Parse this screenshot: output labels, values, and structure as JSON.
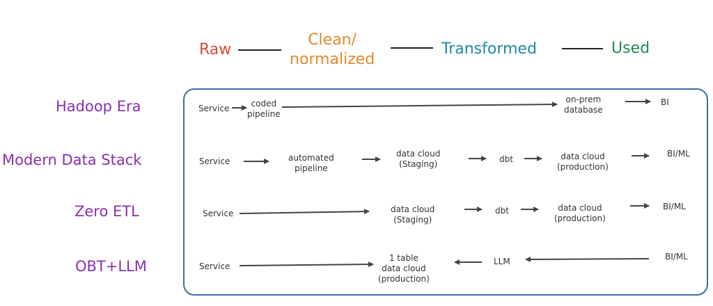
{
  "header": {
    "raw": "Raw",
    "clean": "Clean/\nnormalized",
    "transformed": "Transformed",
    "used": "Used",
    "colors": {
      "raw": "#d84a3a",
      "clean": "#e38a2c",
      "transformed": "#1e8aa0",
      "used": "#1e8a55"
    }
  },
  "rows": {
    "hadoop": {
      "label": "Hadoop Era",
      "service": "Service",
      "pipeline": "coded\npipeline",
      "db": "on-prem\ndatabase",
      "end": "BI"
    },
    "modern": {
      "label": "Modern Data Stack",
      "service": "Service",
      "pipeline": "automated\npipeline",
      "staging": "data cloud\n(Staging)",
      "dbt": "dbt",
      "production": "data cloud\n(production)",
      "end": "BI/ML"
    },
    "zero": {
      "label": "Zero ETL",
      "service": "Service",
      "staging": "data cloud\n(Staging)",
      "dbt": "dbt",
      "production": "data cloud\n(production)",
      "end": "BI/ML"
    },
    "obt": {
      "label": "OBT+LLM",
      "service": "Service",
      "table": "1 table\ndata cloud\n(production)",
      "llm": "LLM",
      "end": "BI/ML"
    }
  }
}
